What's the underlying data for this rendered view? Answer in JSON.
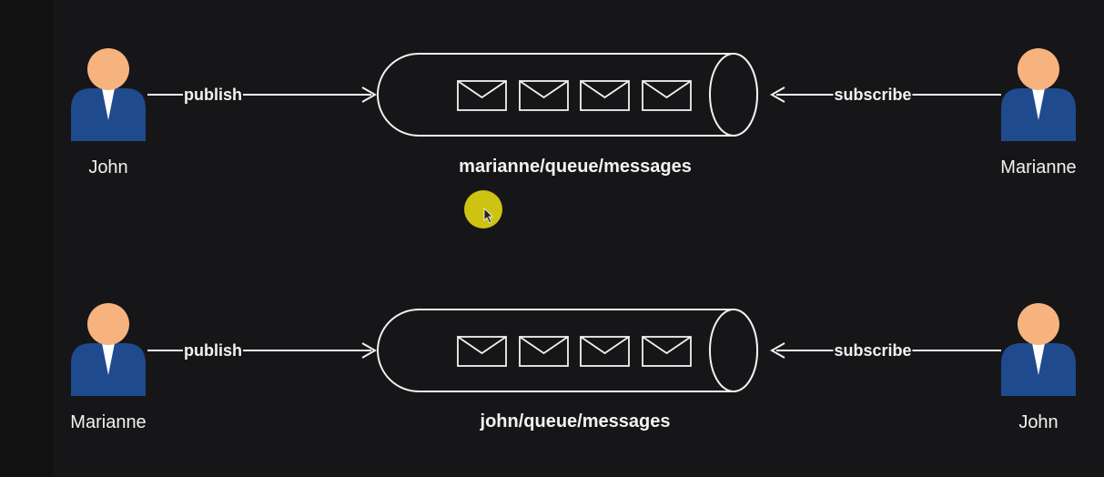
{
  "colors": {
    "background": "#161618",
    "line": "#f2f2f2",
    "person_head": "#f7b37e",
    "person_body": "#1f4a8e",
    "cursor_highlight": "#d8cc13"
  },
  "rows": [
    {
      "publisher": "John",
      "publish_label": "publish",
      "queue": "marianne/queue/messages",
      "subscribe_label": "subscribe",
      "subscriber": "Marianne"
    },
    {
      "publisher": "Marianne",
      "publish_label": "publish",
      "queue": "john/queue/messages",
      "subscribe_label": "subscribe",
      "subscriber": "John"
    }
  ]
}
